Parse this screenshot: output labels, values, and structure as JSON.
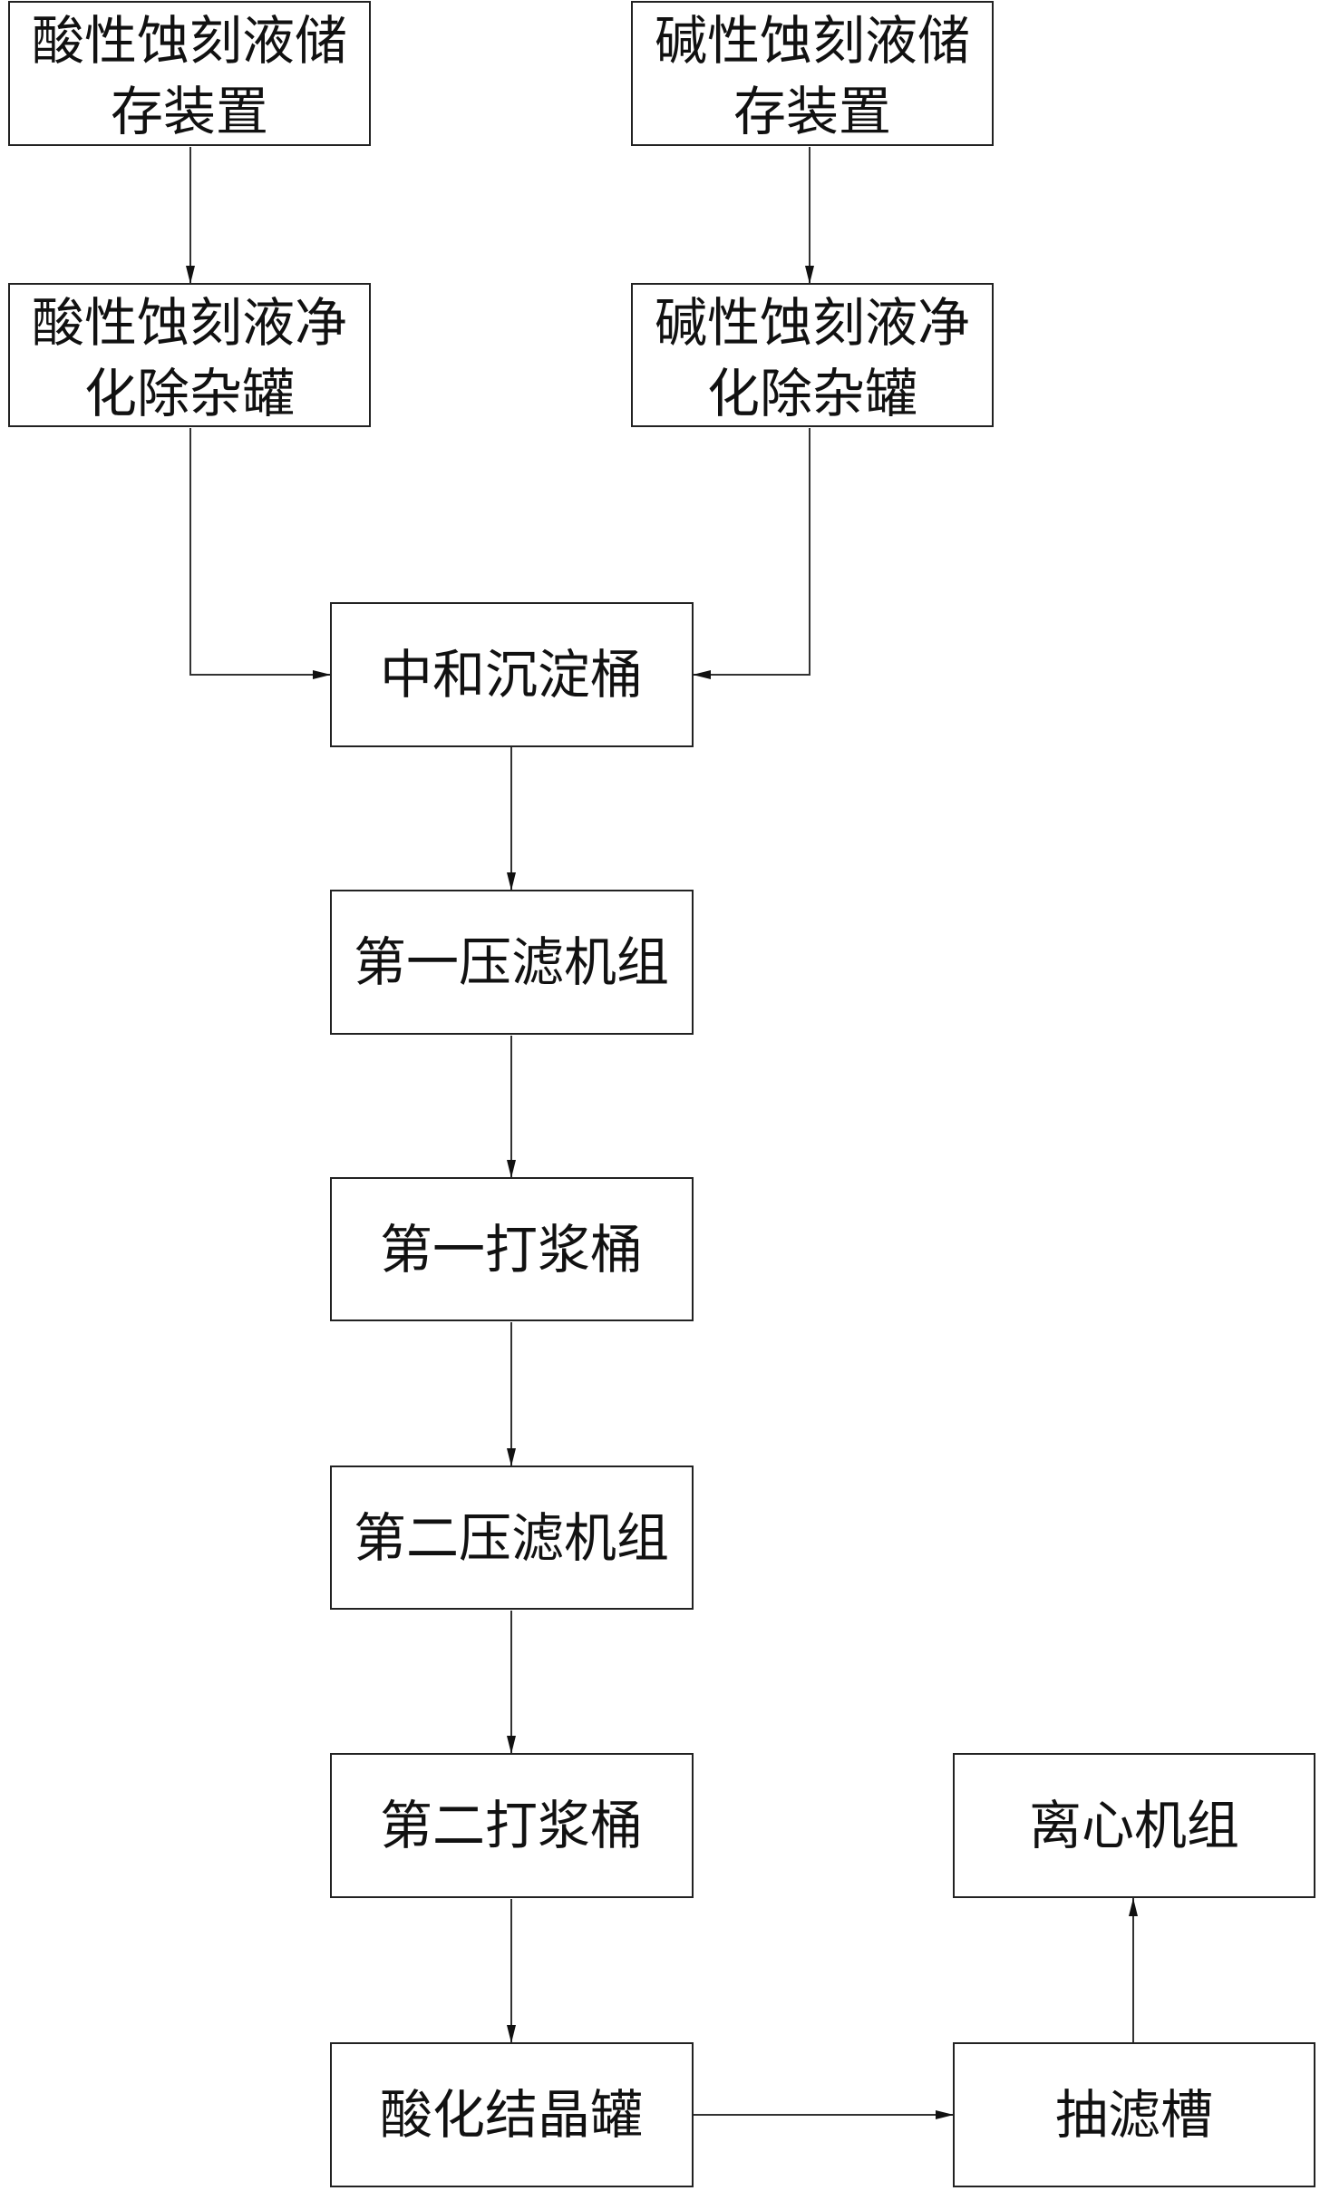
{
  "nodes": {
    "acid_storage": {
      "lines": [
        "酸性蚀刻液储",
        "存装置"
      ]
    },
    "alkali_storage": {
      "lines": [
        "碱性蚀刻液储",
        "存装置"
      ]
    },
    "acid_purify": {
      "lines": [
        "酸性蚀刻液净",
        "化除杂罐"
      ]
    },
    "alkali_purify": {
      "lines": [
        "碱性蚀刻液净",
        "化除杂罐"
      ]
    },
    "neutralize": {
      "lines": [
        "中和沉淀桶"
      ]
    },
    "press1": {
      "lines": [
        "第一压滤机组"
      ]
    },
    "slurry1": {
      "lines": [
        "第一打浆桶"
      ]
    },
    "press2": {
      "lines": [
        "第二压滤机组"
      ]
    },
    "slurry2": {
      "lines": [
        "第二打浆桶"
      ]
    },
    "acidify": {
      "lines": [
        "酸化结晶罐"
      ]
    },
    "suction": {
      "lines": [
        "抽滤槽"
      ]
    },
    "centrifuge": {
      "lines": [
        "离心机组"
      ]
    }
  },
  "edges": [
    {
      "from": "acid_storage",
      "to": "acid_purify"
    },
    {
      "from": "alkali_storage",
      "to": "alkali_purify"
    },
    {
      "from": "acid_purify",
      "to": "neutralize"
    },
    {
      "from": "alkali_purify",
      "to": "neutralize"
    },
    {
      "from": "neutralize",
      "to": "press1"
    },
    {
      "from": "press1",
      "to": "slurry1"
    },
    {
      "from": "slurry1",
      "to": "press2"
    },
    {
      "from": "press2",
      "to": "slurry2"
    },
    {
      "from": "slurry2",
      "to": "acidify"
    },
    {
      "from": "acidify",
      "to": "suction"
    },
    {
      "from": "suction",
      "to": "centrifuge"
    }
  ]
}
